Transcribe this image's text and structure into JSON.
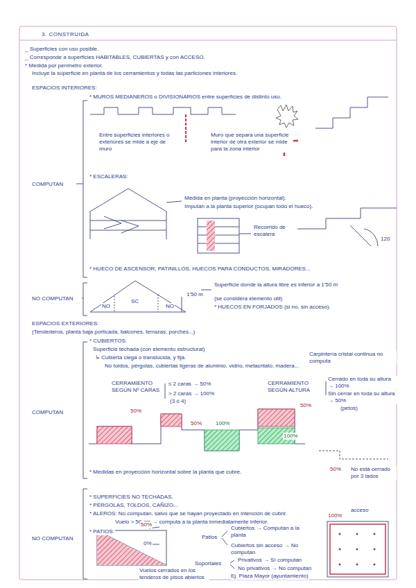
{
  "diagram": {
    "title": "3. CONSTRUIDA",
    "labels": [
      "_ Superficies con uso posible.",
      "_ Corresponde a superficies HABITABLES, CUBIERTAS y con ACCESO.",
      "* Medida por perímetro exterior.",
      "Incluye la superficie en planta de los cerramientos y todas las particiones interiores.",
      "ESPACIOS INTERIORES:",
      "* MUROS MEDIANEROS o DIVISIONARIOS entre superficies de distinto uso.",
      "Entre superficies interiores o exteriores se mide a eje de muro",
      "Muro que separa una superficie interior de otra exterior se mide para la zona interior",
      "* ESCALERAS:",
      "COMPUTAN",
      "Medida en planta (proyección horizontal).",
      "Imputan a la planta superior (ocupan todo el hueco).",
      "Recorrido de escalera",
      "120",
      "* HUECO DE ASCENSOR, PATINILLOS, HUECOS PARA CONDUCTOS, MIRADORES...",
      "NO COMPUTAN",
      "NO",
      "SC",
      "NO",
      "1'50 m",
      "Superficie donde la altura libre es inferior a 1'50 m",
      "(se considera elemento útil)",
      "* HUECOS EN FORJADOS (si no, sin acceso).",
      "ESPACIOS EXTERIORES:",
      "(Tendederos, planta baja porticada, balcones, terrazas, porches...)",
      "* CUBIERTOS:",
      "Superficie techada (con elemento estructural)",
      "↳ Cubierta ciega o translúcida, y fija.",
      "No toldos, pérgolas, cubiertas ligeras de aluminio, vidrio, metacrilato, madera...",
      "Carpintería cristal continua no computa",
      "CERRAMIENTO SEGÚN Nº CARAS",
      "≤ 2 caras → 50%",
      "> 2 caras → 100%",
      "(3 ó 4)",
      "CERRAMIENTO SEGÚN ALTURA",
      "Cerrado en toda su altura → 100%",
      "Sin cerrar en toda su altura → 50%",
      "(petos)",
      "COMPUTAN",
      "50%",
      "50%",
      "100%",
      "50%",
      "100%",
      "* Medidas en proyección horizontal sobre la planta que cubre.",
      "50%",
      "No está cerrado por 3 lados",
      "* SUPERFICIES NO TECHADAS.",
      "* PÉRGOLAS, TOLDOS, CAÑIZO...",
      "* ALEROS: No computan, salvo que se hayan proyectado en intención de cubrir.",
      "Vuelo > 50 cm → computa a la planta inmediatamente inferior.",
      "NO COMPUTAN",
      "* PATIOS:",
      "50%",
      "0%",
      "Vuelos cerrados en los tenderos de pisos abiertos",
      "Patios",
      "Cubiertos → Computan a la planta",
      "Cubiertos sin acceso → No computan",
      "Soportales",
      "Privativos → Sí computan",
      "No privativos → No computan",
      "Ej. Plaza Mayor (ayuntamiento)",
      "100%",
      "acceso"
    ]
  }
}
